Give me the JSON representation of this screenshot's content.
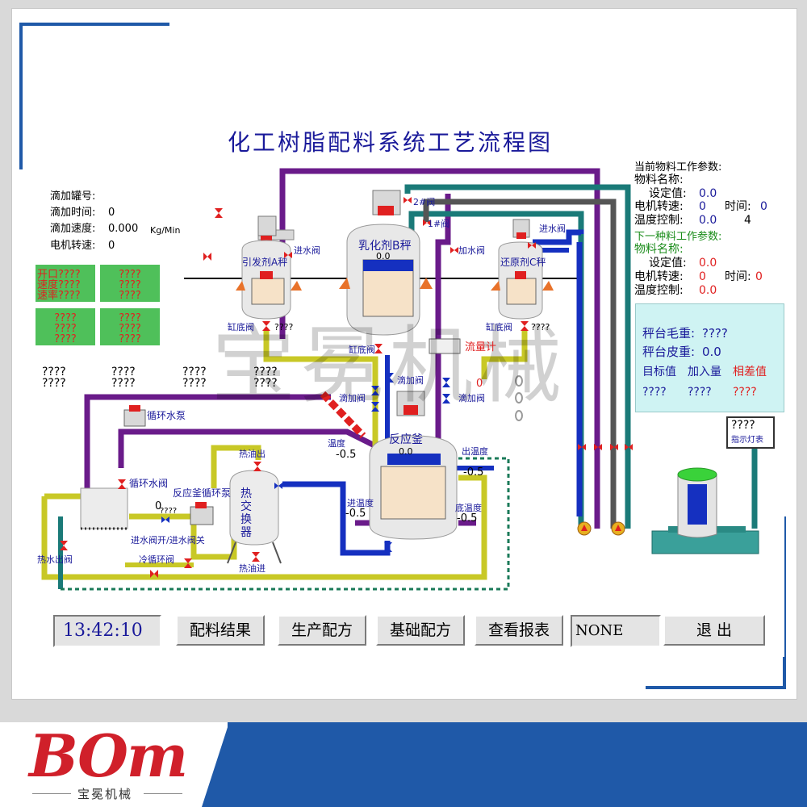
{
  "title": "化工树脂配料系统工艺流程图",
  "drip_info": {
    "tank_no_label": "滴加罐号:",
    "time_label": "滴加时间:",
    "time_value": "0",
    "speed_label": "滴加速度:",
    "speed_value": "0.000",
    "speed_unit": "Kg/Min",
    "motor_label": "电机转速:",
    "motor_value": "0"
  },
  "green_grid": {
    "cells": [
      [
        "开口????",
        "速度????",
        "速率????"
      ],
      [
        "????",
        "????",
        "????"
      ],
      [
        "????",
        "????",
        "????"
      ],
      [
        "????",
        "????",
        "????"
      ]
    ]
  },
  "question_rows": [
    "????",
    "????",
    "????",
    "????"
  ],
  "current_material": {
    "heading": "当前物料工作参数:",
    "name_label": "物料名称:",
    "set_label": "设定值:",
    "set_value": "0.0",
    "motor_label": "电机转速:",
    "motor_value": "0",
    "time_label": "时间:",
    "time_value": "0",
    "temp_label": "温度控制:",
    "temp_value": "0.0",
    "temp_extra": "4"
  },
  "next_material": {
    "heading": "下一种料工作参数:",
    "name_label": "物料名称:",
    "set_label": "设定值:",
    "set_value": "0.0",
    "motor_label": "电机转速:",
    "motor_value": "0",
    "time_label": "时间:",
    "time_value": "0",
    "temp_label": "温度控制:",
    "temp_value": "0.0"
  },
  "scale_panel": {
    "gross_label": "秤台毛重:",
    "gross_value": "????",
    "tare_label": "秤台皮重:",
    "tare_value": "0.0",
    "target_label": "目标值",
    "added_label": "加入量",
    "diff_label": "相差值",
    "target_value": "????",
    "added_value": "????",
    "diff_value": "????"
  },
  "indicator": {
    "value": "????",
    "label": "指示灯表"
  },
  "process": {
    "tank_a": "引发剂A秤",
    "tank_b": "乳化剂B秤",
    "tank_c": "还原剂C秤",
    "tank_b_value": "0.0",
    "reactor": "反应釜",
    "reactor_value": "0.0",
    "heat_exchanger": "热交换器",
    "flowmeter": "流量计",
    "inlet_valve_a": "进水阀",
    "inlet_valve_c": "进水阀",
    "water_add_valve": "加水阀",
    "bottom_valve_a": "缸底阀",
    "bottom_valve_c": "缸底阀",
    "bottom_valve_b": "缸底阀",
    "q_a": "????",
    "q_c": "????",
    "valve_1": "1#阀",
    "valve_2": "2#阀",
    "drip_valve_1": "滴加阀",
    "drip_valve_2": "滴加阀",
    "drip_valve_3": "滴加阀",
    "drip_value": "0",
    "circ_pump": "循环水泵",
    "circ_valve": "循环水阀",
    "reactor_circ_pump": "反应釜循环泵",
    "reactor_circ_value": "0",
    "hot_oil_out": "热油出",
    "hot_oil_in": "热油进",
    "temp_in_label": "进温度",
    "temp_in_value": "-0.5",
    "temp_bottom_label": "底温度",
    "temp_bottom_value": "-0.5",
    "temp_out_label": "出温度",
    "temp_out_value": "-0.5",
    "temp_left_label": "温度",
    "temp_left_value": "-0.5",
    "inlet_switch": "进水阀开/进水阀关",
    "pump_q": "????",
    "hot_water_out": "热水出阀",
    "cold_circ_valve": "冷循环阀"
  },
  "watermark": "宝冕机械",
  "toolbar": {
    "time": "13:42:10",
    "batch_result": "配料结果",
    "production_recipe": "生产配方",
    "base_recipe": "基础配方",
    "view_report": "查看报表",
    "status": "NONE",
    "exit": "退 出"
  },
  "footer": {
    "brand": "BOm",
    "brand_sub": "宝冕机械"
  },
  "colors": {
    "navy": "#1a1a9a",
    "pipe_purple": "#6a1b8a",
    "pipe_teal": "#1a7a78",
    "pipe_yellow": "#c8c826",
    "pipe_blue": "#1530c0",
    "pipe_grey": "#555555",
    "green_cell": "#4fc05a",
    "cyan_panel": "#cff3f3",
    "brand_red": "#d0202a",
    "brand_blue": "#1f59a8"
  }
}
